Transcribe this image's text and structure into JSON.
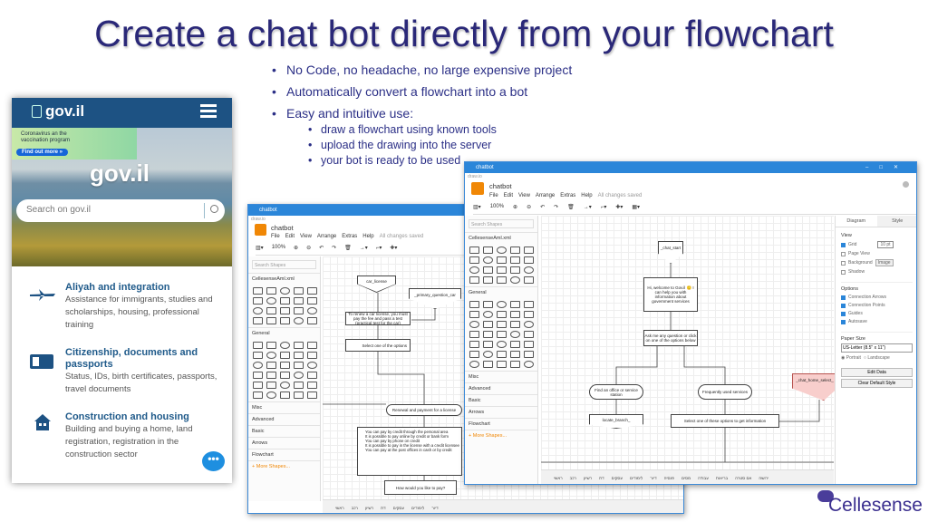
{
  "slide": {
    "title": "Create a chat bot directly from your flowchart",
    "bullets": [
      "No Code, no headache, no large expensive project",
      "Automatically convert a flowchart into a bot",
      "Easy and intuitive use:"
    ],
    "sub_bullets": [
      "draw a flowchart using known tools",
      "upload the drawing into the server",
      "your bot is ready to be used"
    ],
    "brand": "Cellesense"
  },
  "phone": {
    "logo": "gov.il",
    "banner_text": "Coronavirus an the vaccination program",
    "banner_button": "Find out more »",
    "hero_logo": "gov.il",
    "search_placeholder": "Search on gov.il",
    "items": [
      {
        "title": "Aliyah and integration",
        "desc": "Assistance for immigrants, studies and scholarships, housing, professional training",
        "icon": "airplane-icon"
      },
      {
        "title": "Citizenship, documents and passports",
        "desc": "Status, IDs, birth certificates, passports, travel documents",
        "icon": "id-card-icon"
      },
      {
        "title": "Construction and housing",
        "desc": "Building and buying a home, land registration, registration in the construction sector",
        "icon": "house-icon"
      }
    ]
  },
  "drawio": {
    "window_title": "chatbot",
    "app_label": "draw.io",
    "file_name": "chatbot",
    "menu": [
      "File",
      "Edit",
      "View",
      "Arrange",
      "Extras",
      "Help"
    ],
    "save_status": "All changes saved",
    "zoom": "100%",
    "search_placeholder": "Search Shapes",
    "library": "CellesenseAml.xml",
    "general": "General",
    "sections": [
      "Misc",
      "Advanced",
      "Basic",
      "Arrows",
      "Flowchart"
    ],
    "more_shapes": "+ More Shapes...",
    "back_nodes": {
      "car_license": "car_license",
      "primary": "_primary_question_car",
      "renew": "To renew a car license, you must pay the fee and pass a test (practical test for the car)",
      "select": "Select one of the options",
      "renewal": "Renewal and payment for a license",
      "pay_list": [
        "You can pay by credit through the personal area",
        "It is possible to pay online by credit or bank form",
        "You can pay by phone on credit",
        "It is possible to pay in the license with a credit licensee",
        "You can pay at the post offices in cash or by credit"
      ],
      "how": "How would you like to pay?"
    },
    "front_nodes": {
      "start": "_chat_start",
      "welcome": "Hi, welcome to Gov.il 🙂 I can help you with information about government services",
      "ask": "Ask me any question or click on one of the options below",
      "find": "Find an office or service station",
      "frequent": "Frequently used services",
      "locate": "locate_branch_",
      "select": "Select one of these options to get information",
      "home_select": "_chat_home_select_"
    },
    "right_panel": {
      "tabs": [
        "Diagram",
        "Style"
      ],
      "view": "View",
      "grid": "Grid",
      "grid_size": "10 pt",
      "page_view": "Page View",
      "background": "Background",
      "image_btn": "Image",
      "shadow": "Shadow",
      "options": "Options",
      "conn_arrows": "Connection Arrows",
      "conn_points": "Connection Points",
      "guides": "Guides",
      "autosave": "Autosave",
      "paper_size": "Paper Size",
      "paper_value": "US-Letter (8.5\" x 11\")",
      "portrait": "Portrait",
      "landscape": "Landscape",
      "edit_data": "Edit Data",
      "clear_style": "Clear Default Style"
    },
    "page_tabs": [
      "ראשי",
      "רכב",
      "רשיון",
      "דת",
      "עסקים",
      "לימודים",
      "דיור",
      "פנסיה",
      "מסים",
      "עבודה",
      "בריאות",
      "אם סטרה",
      "ירושה"
    ]
  }
}
